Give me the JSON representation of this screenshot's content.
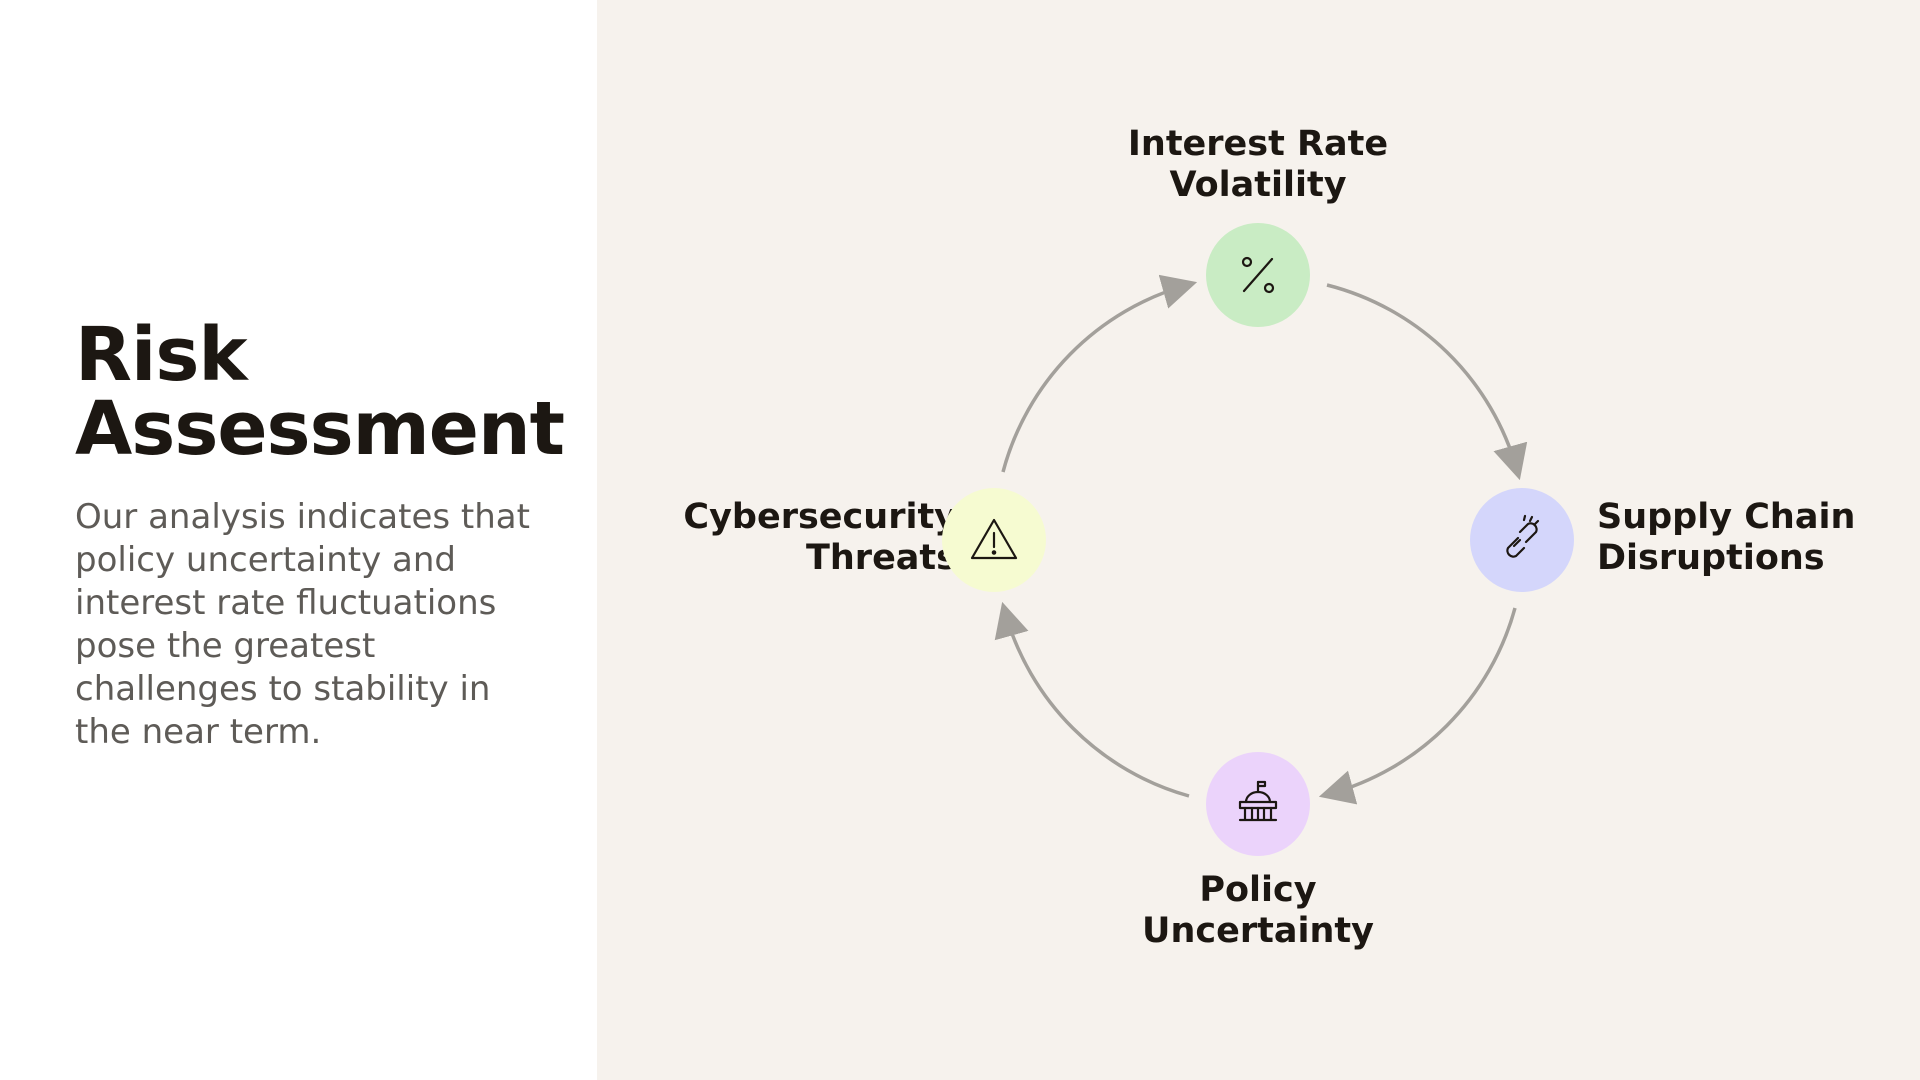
{
  "slide": {
    "title": "Risk Assessment",
    "body": "Our analysis indicates that policy uncertainty and interest rate fluctuations pose the greatest challenges to stability in the near term."
  },
  "diagram": {
    "panel_color": "#f6f2ed",
    "arrow_color": "#a3a09b",
    "nodes": [
      {
        "label_line1": "Interest Rate",
        "label_line2": "Volatility",
        "icon": "percent-icon",
        "color": "#c9ecc4"
      },
      {
        "label_line1": "Supply Chain",
        "label_line2": "Disruptions",
        "icon": "broken-link-icon",
        "color": "#d4d6fb"
      },
      {
        "label_line1": "Policy",
        "label_line2": "Uncertainty",
        "icon": "government-building-icon",
        "color": "#ebd3fb"
      },
      {
        "label_line1": "Cybersecurity",
        "label_line2": "Threats",
        "icon": "warning-icon",
        "color": "#f6fbd1"
      }
    ]
  }
}
